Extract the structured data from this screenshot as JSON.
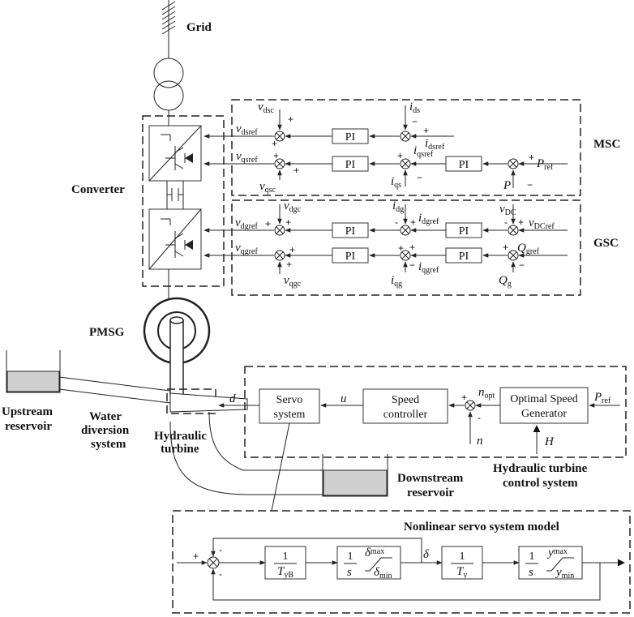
{
  "labels": {
    "grid": "Grid",
    "converter": "Converter",
    "msc": "MSC",
    "gsc": "GSC",
    "pmsg": "PMSG",
    "upstream_l1": "Upstream",
    "upstream_l2": "reservoir",
    "water_l1": "Water",
    "water_l2": "diversion",
    "water_l3": "system",
    "turbine_l1": "Hydraulic",
    "turbine_l2": "turbine",
    "downstream_l1": "Downstream",
    "downstream_l2": "reservoir",
    "htcs_l1": "Hydraulic turbine",
    "htcs_l2": "control system",
    "servo_title": "Nonlinear servo system model"
  },
  "blocks": {
    "pi": "PI",
    "servo_l1": "Servo",
    "servo_l2": "system",
    "speed_l1": "Speed",
    "speed_l2": "controller",
    "osg_l1": "Optimal Speed",
    "osg_l2": "Generator",
    "one": "1",
    "s": "s"
  },
  "signals": {
    "v": "v",
    "i": "i",
    "P": "P",
    "Q": "Q",
    "T": "T",
    "n": "n",
    "u": "u",
    "d": "d",
    "H": "H",
    "y": "y",
    "delta": "δ",
    "plus": "+",
    "minus": "−",
    "dash": "-",
    "sub_dsc": "dsc",
    "sub_dsref": "dsref",
    "sub_qsref": "qsref",
    "sub_qsc": "qsc",
    "sub_ds": "ds",
    "sub_qs": "qs",
    "sub_ref": "ref",
    "sub_dgc": "dgc",
    "sub_dgref": "dgref",
    "sub_qgref": "qgref",
    "sub_qgc": "qgc",
    "sub_dg": "dg",
    "sub_qg": "qg",
    "sub_DC": "DC",
    "sub_DCref": "DCref",
    "sub_gref": "gref",
    "sub_g": "g",
    "sub_opt": "opt",
    "sub_yB": "yB",
    "sub_y": "y",
    "sub_max": "max",
    "sub_min": "min"
  }
}
